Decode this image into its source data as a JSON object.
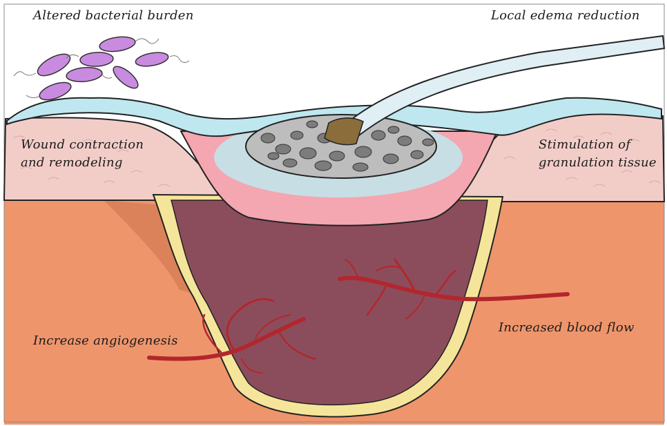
{
  "labels": {
    "bacterial": "Altered bacterial burden",
    "edema": "Local edema reduction",
    "wound_line1": "Wound contraction",
    "wound_line2": "and remodeling",
    "granulation_line1": "Stimulation of",
    "granulation_line2": "granulation tissue",
    "angiogenesis": "Increase angiogenesis",
    "blood_flow": "Increased blood flow"
  },
  "colors": {
    "subcutaneous": "#ef956c",
    "dermis": "#f2cdc8",
    "fluid_layer": "#bfe7ef",
    "wound_bed": "#f4a6b1",
    "cavity": "#8b4d5c",
    "cavity_rim": "#f5e59a",
    "foam": "#bdbdbd",
    "foam_pore": "#7c7c7c",
    "vessel": "#b3262d",
    "bacteria": "#c98be0",
    "tube": "#dfeff3",
    "connector": "#8a6d3b"
  }
}
